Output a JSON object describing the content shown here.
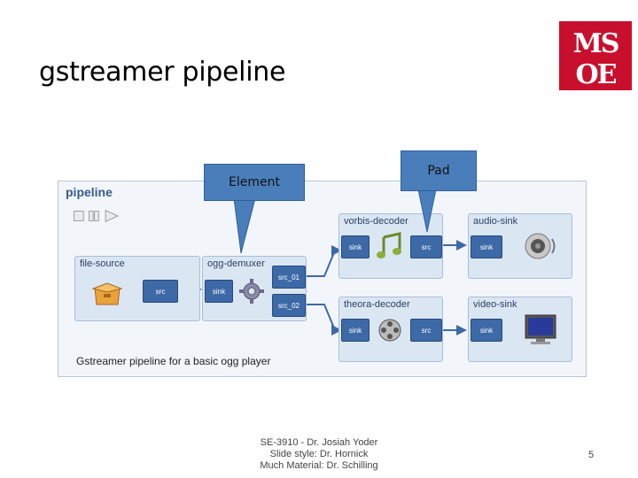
{
  "slide": {
    "title": "gstreamer pipeline",
    "footer_lines": [
      "SE-3910 - Dr. Josiah Yoder",
      "Slide style: Dr. Hornick",
      "Much Material: Dr. Schilling"
    ],
    "page_number": "5",
    "logo_text": "MSOE"
  },
  "callouts": {
    "element": "Element",
    "pad": "Pad"
  },
  "diagram": {
    "title": "pipeline",
    "caption": "Gstreamer pipeline for a basic ogg player",
    "elements": {
      "file_source": "file-source",
      "ogg_demuxer": "ogg-demuxer",
      "vorbis_decoder": "vorbis-decoder",
      "audio_sink": "audio-sink",
      "theora_decoder": "theora-decoder",
      "video_sink": "video-sink"
    },
    "pads": {
      "src": "src",
      "sink": "sink",
      "src_01": "src_01",
      "src_02": "src_02"
    }
  }
}
